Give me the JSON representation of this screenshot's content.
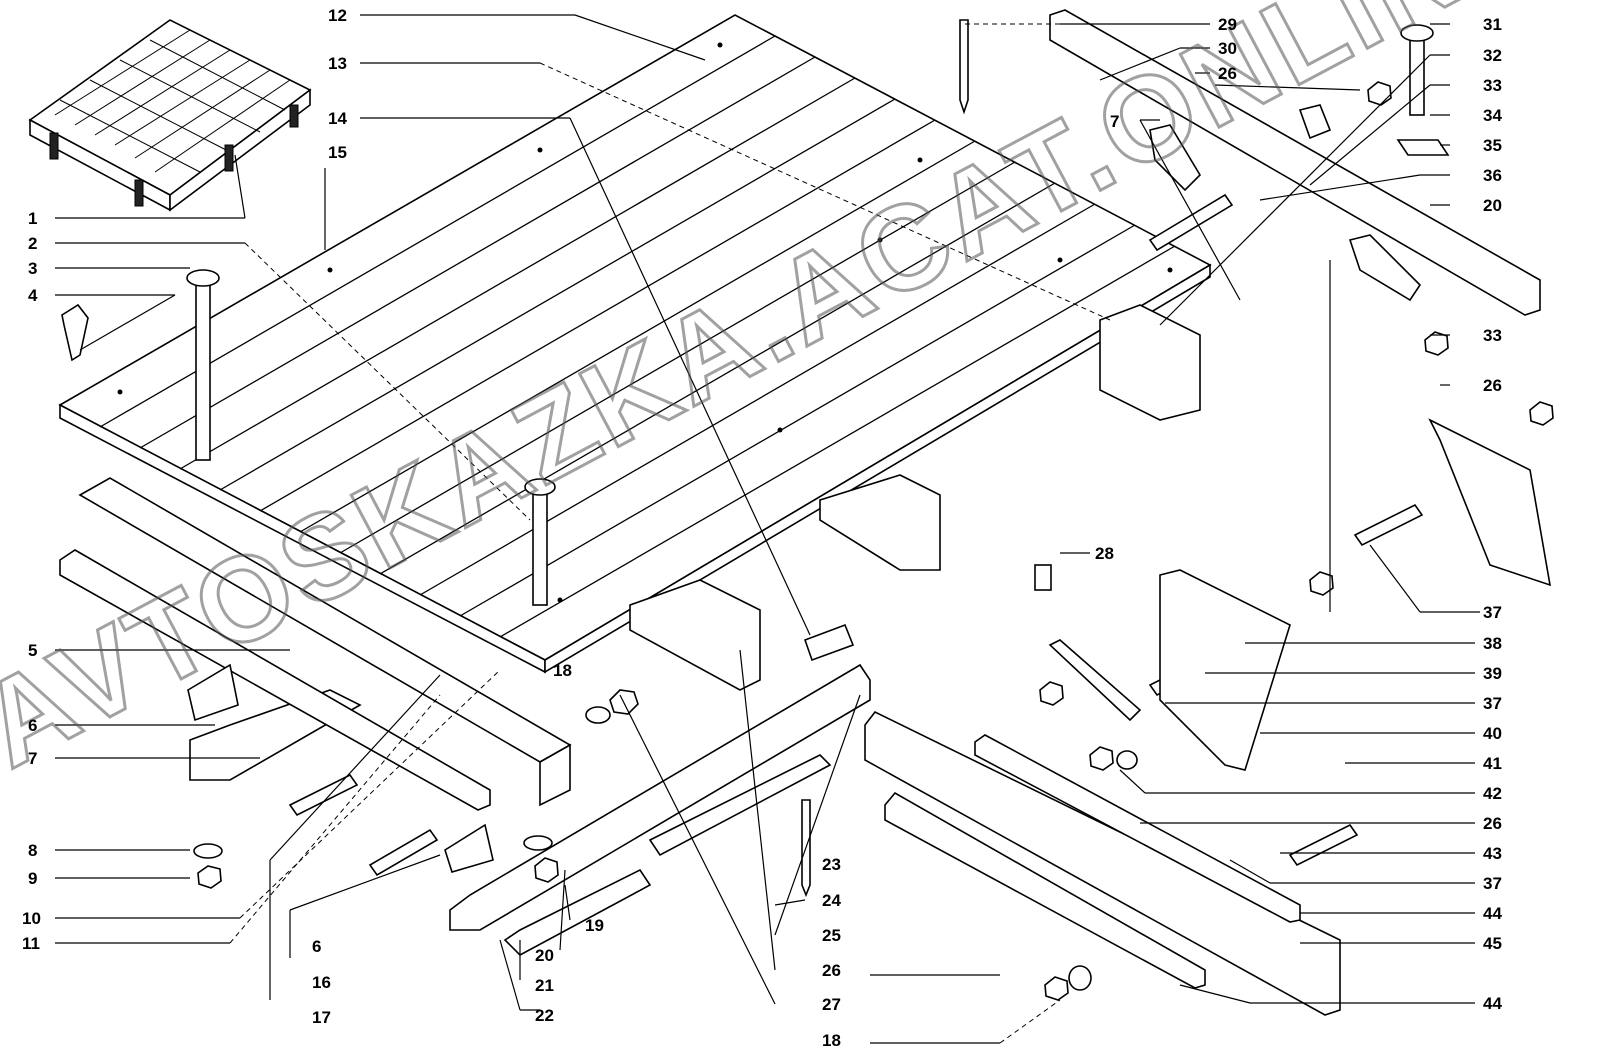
{
  "watermark": "AVTOSKAZKA.ACAT.ONLINE",
  "callouts": {
    "left": [
      "1",
      "2",
      "3",
      "4",
      "5",
      "6",
      "7",
      "8",
      "9",
      "10",
      "11"
    ],
    "top": [
      "12",
      "13",
      "14",
      "15"
    ],
    "bottom": [
      "16",
      "17",
      "18",
      "19",
      "20",
      "21",
      "22",
      "23",
      "24",
      "25",
      "26",
      "27",
      "18"
    ],
    "upper_right": [
      "29",
      "30",
      "26",
      "31",
      "32",
      "33",
      "34",
      "35",
      "36",
      "20",
      "7",
      "33",
      "26",
      "37"
    ],
    "lower_right": [
      "28",
      "38",
      "39",
      "37",
      "40",
      "41",
      "42",
      "26",
      "43",
      "37",
      "44",
      "45",
      "44",
      "6"
    ]
  }
}
